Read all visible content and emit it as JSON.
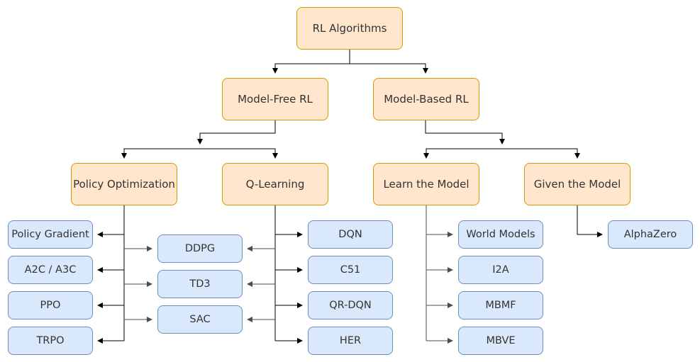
{
  "colors": {
    "category_fill": "#ffe6cc",
    "category_border": "#d79b00",
    "algorithm_fill": "#dae8fc",
    "algorithm_border": "#6c8ebf",
    "edge_dark": "#000000",
    "edge_gray": "#4d4d4d"
  },
  "nodes": {
    "root": "RL Algorithms",
    "model_free": "Model-Free RL",
    "model_based": "Model-Based RL",
    "policy_optimization": "Policy Optimization",
    "q_learning": "Q-Learning",
    "learn_the_model": "Learn the Model",
    "given_the_model": "Given the Model",
    "policy_gradient": "Policy Gradient",
    "a2c_a3c": "A2C / A3C",
    "ppo": "PPO",
    "trpo": "TRPO",
    "ddpg": "DDPG",
    "td3": "TD3",
    "sac": "SAC",
    "dqn": "DQN",
    "c51": "C51",
    "qr_dqn": "QR-DQN",
    "her": "HER",
    "world_models": "World Models",
    "i2a": "I2A",
    "mbmf": "MBMF",
    "mbve": "MBVE",
    "alphazero": "AlphaZero"
  }
}
